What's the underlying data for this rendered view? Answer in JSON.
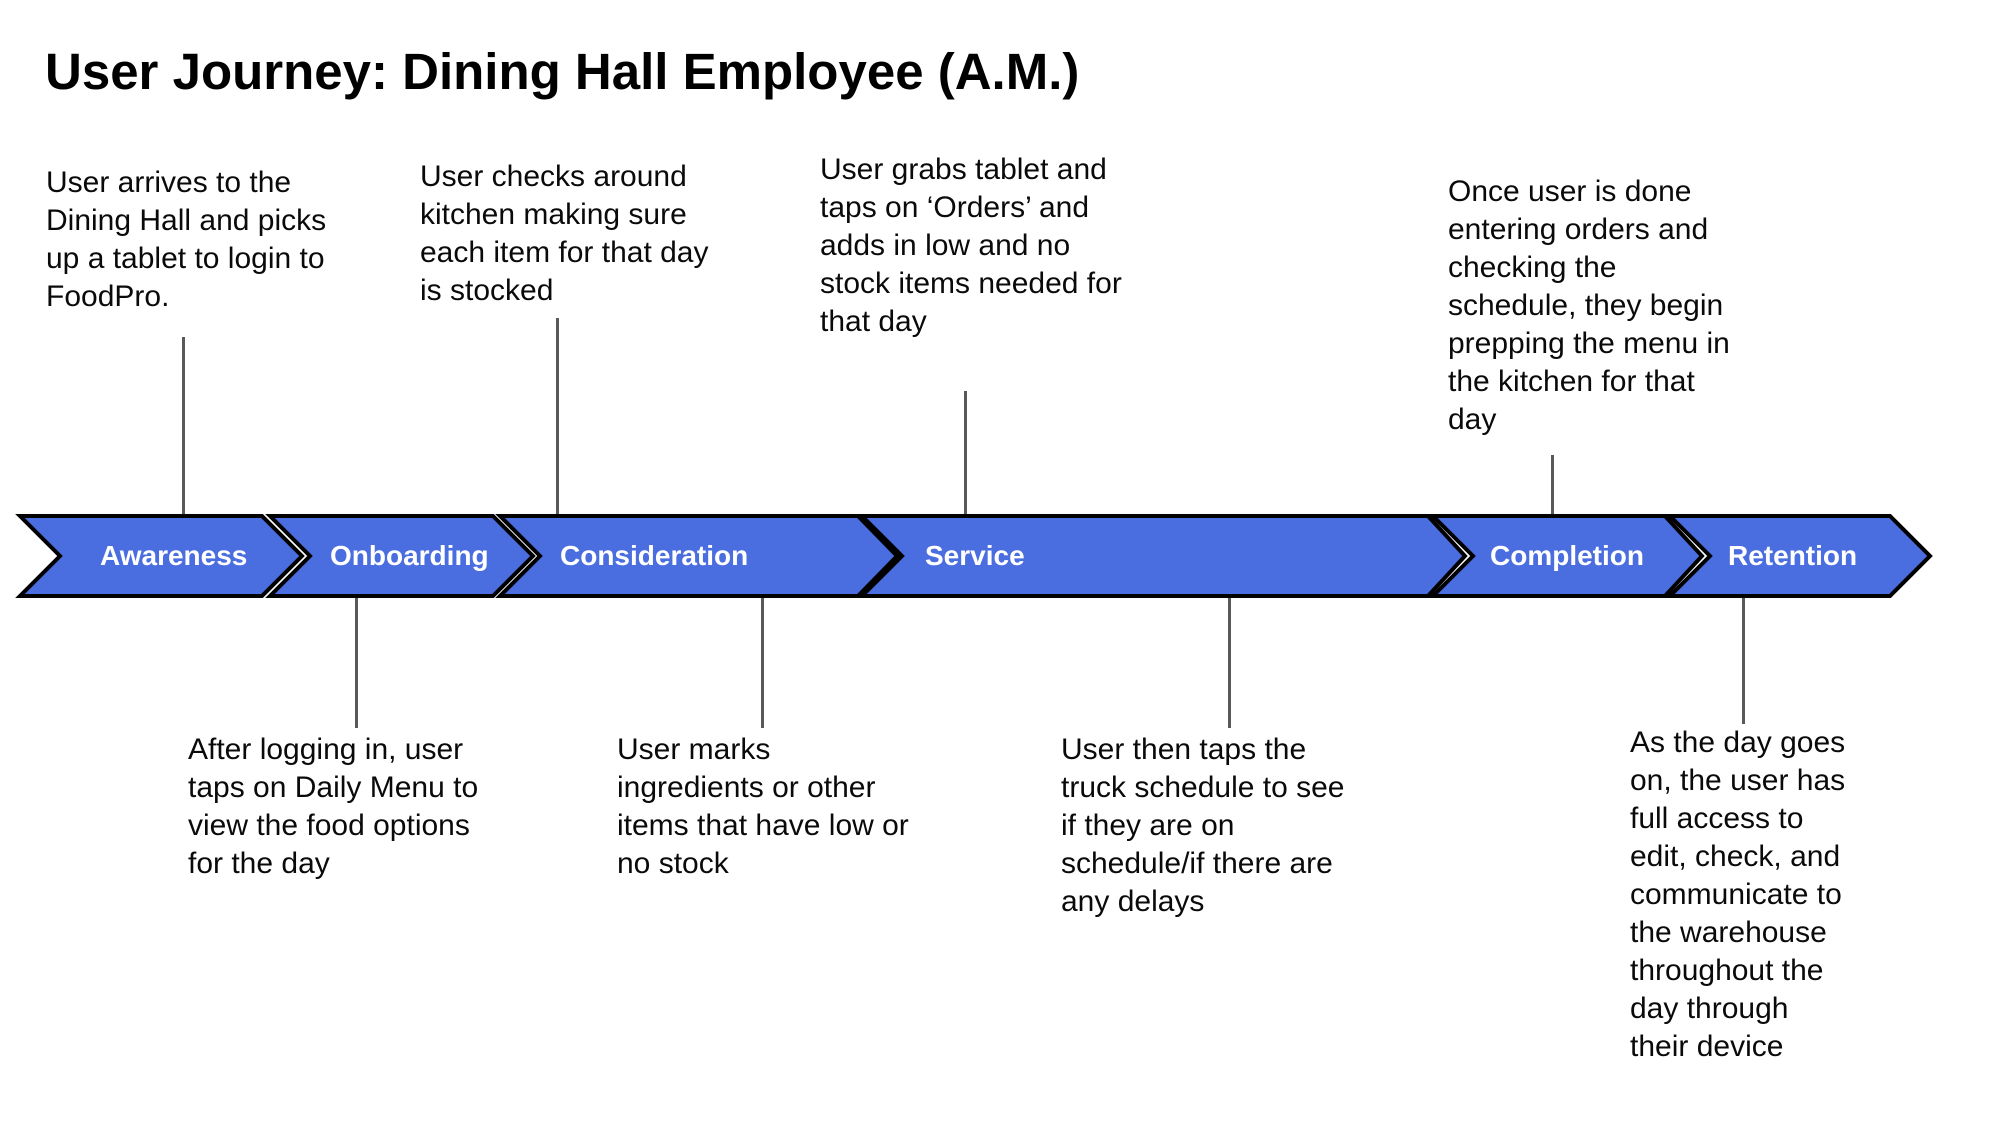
{
  "title": "User Journey: Dining Hall Employee (A.M.)",
  "colors": {
    "arrow_fill": "#4a6de0",
    "arrow_outline": "#000000",
    "stage_label_text": "#ffffff",
    "connector": "#595959",
    "body_text": "#0a0a0a"
  },
  "stages": [
    {
      "label": "Awareness"
    },
    {
      "label": "Onboarding"
    },
    {
      "label": "Consideration"
    },
    {
      "label": "Service"
    },
    {
      "label": "Completion"
    },
    {
      "label": "Retention"
    }
  ],
  "annotations_top": [
    {
      "stage": "Awareness",
      "text": "User arrives to the\nDining Hall and picks\nup a tablet to login to\nFoodPro."
    },
    {
      "stage": "Consideration",
      "text": "User checks around\nkitchen making sure\neach item for that day\nis stocked"
    },
    {
      "stage": "Service",
      "text": "User grabs tablet and\ntaps on ‘Orders’ and\nadds in low and no\nstock items needed for\nthat day"
    },
    {
      "stage": "Completion",
      "text": "Once user is done\nentering orders and\nchecking the\nschedule, they begin\nprepping the menu in\nthe kitchen for that\nday"
    }
  ],
  "annotations_bottom": [
    {
      "stage": "Onboarding",
      "text": "After logging in, user\ntaps on Daily Menu to\nview the food options\nfor the day"
    },
    {
      "stage": "Consideration",
      "text": "User marks\ningredients or other\nitems that have low or\nno stock"
    },
    {
      "stage": "Service",
      "text": "User then taps the\ntruck schedule to see\nif they are on\nschedule/if there are\nany delays"
    },
    {
      "stage": "Retention",
      "text": "As the day goes\non, the user has\nfull access to\nedit, check, and\ncommunicate to\nthe warehouse\nthroughout the\nday through\ntheir device"
    }
  ]
}
